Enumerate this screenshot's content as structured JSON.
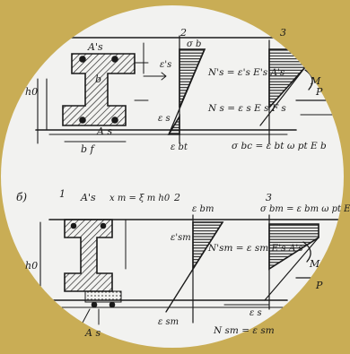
{
  "colors": {
    "background": "#c9ad55",
    "paper": "#f2f2f0",
    "ink": "#1a1a1a"
  },
  "panel_top": {
    "part_label": "",
    "reinforcement_top": "A's",
    "reinforcement_bottom": "A s",
    "flange_width": "b f",
    "web_width": "b",
    "depth": "h0",
    "marker_1": "2",
    "marker_2": "3",
    "eps_top": "ε's",
    "eps_b": "σ b",
    "eps_s": "ε s",
    "eps_bt": "ε bt",
    "force_top": "N's = ε's E's A's",
    "force_bottom": "N s = ε s E s F s",
    "sigma_bc": "σ bc = ε bt ω pt E b",
    "moment": "M",
    "load": "P"
  },
  "panel_bottom": {
    "part_label": "б)",
    "marker_1": "1",
    "marker_2": "2",
    "marker_3": "3",
    "reinforcement_top": "A's",
    "reinforcement_bottom": "A s",
    "depth": "h0",
    "xm": "x m = ξ m h0",
    "eps_bm": "ε bm",
    "eps_sm_top": "ε'sm",
    "eps_sm": "ε sm",
    "sigma_bm": "σ bm = ε bm ω pt E",
    "force_top": "N'sm = ε sm E's A's",
    "force_bottom": "N sm = ε sm",
    "eps_s": "ε s",
    "moment": "M",
    "load": "P"
  }
}
